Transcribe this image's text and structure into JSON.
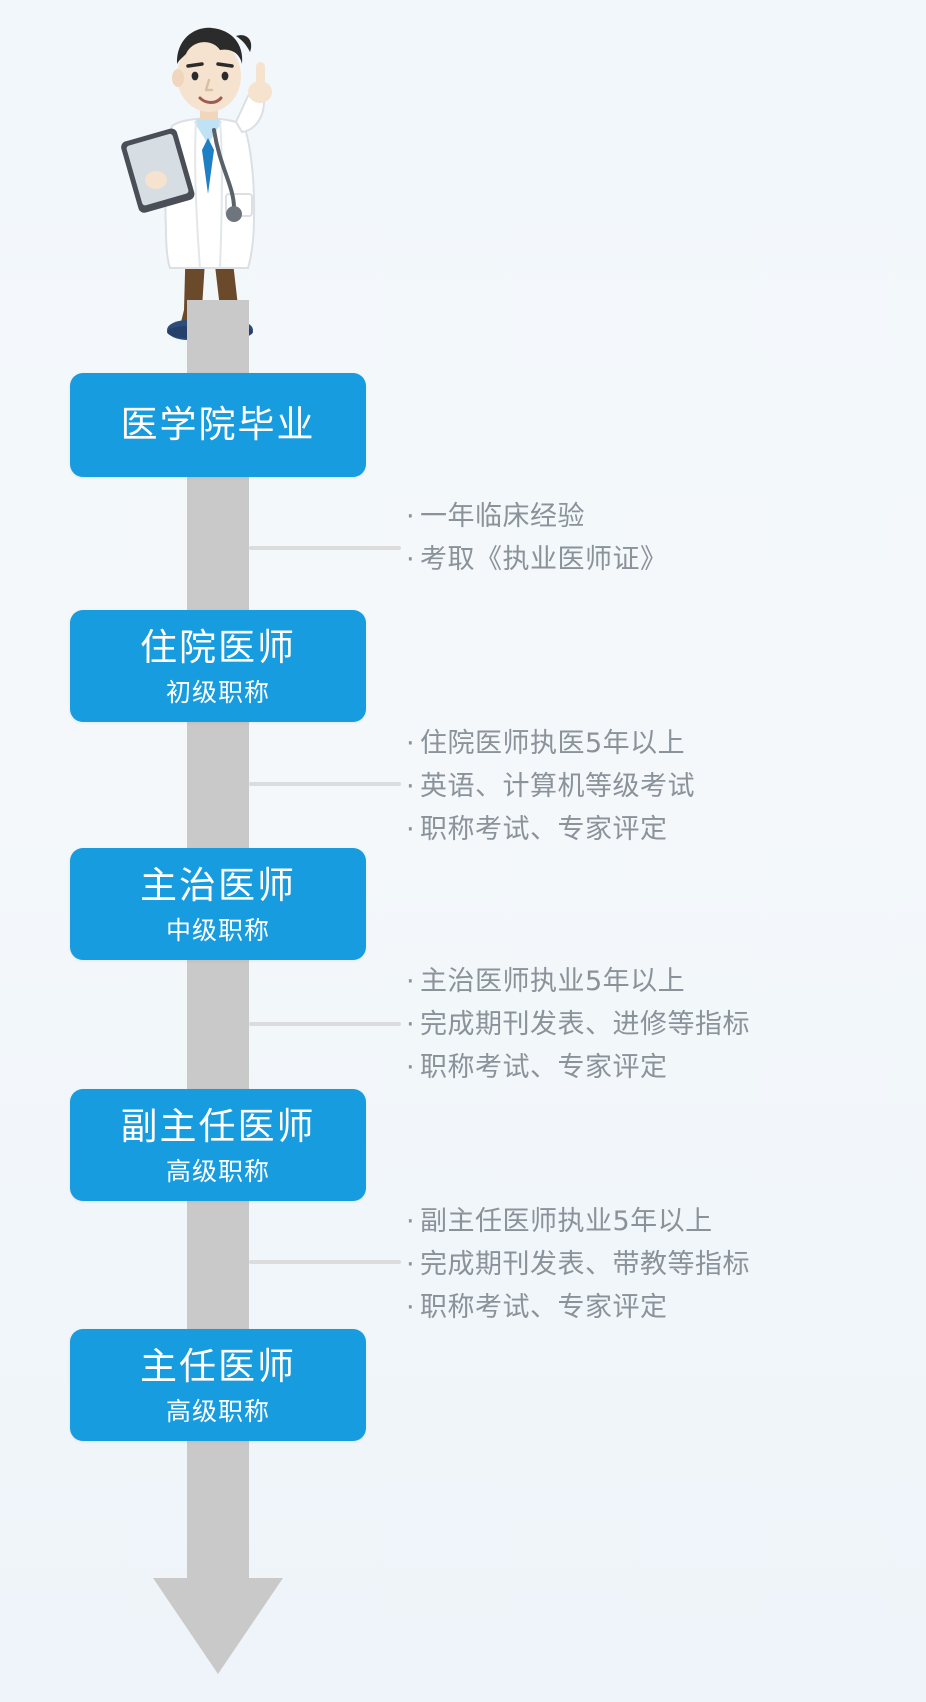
{
  "illustration": {
    "name": "doctor-pointing-with-tablet",
    "skin": "#f6e3cf",
    "hair": "#2b2b2b",
    "coat": "#ffffff",
    "shirt": "#bfe3f5",
    "tie": "#1f7fc4",
    "pants": "#6b4a2b",
    "shoes": "#2e4c7a",
    "tablet": "#4a4f57"
  },
  "spine": {
    "color": "#c9c9c9",
    "arrow_direction": "down"
  },
  "theme": {
    "accent": "#189ce0",
    "background": "#f4f8fb",
    "bullet_text": "#8a929a",
    "connector": "#dcdcdc",
    "card_text": "#ffffff"
  },
  "stages": [
    {
      "title": "医学院毕业",
      "subtitle": ""
    },
    {
      "title": "住院医师",
      "subtitle": "初级职称"
    },
    {
      "title": "主治医师",
      "subtitle": "中级职称"
    },
    {
      "title": "副主任医师",
      "subtitle": "高级职称"
    },
    {
      "title": "主任医师",
      "subtitle": "高级职称"
    }
  ],
  "requirements": [
    {
      "between": "医学院毕业 → 住院医师",
      "items": [
        "一年临床经验",
        "考取《执业医师证》"
      ]
    },
    {
      "between": "住院医师 → 主治医师",
      "items": [
        "住院医师执医5年以上",
        "英语、计算机等级考试",
        "职称考试、专家评定"
      ]
    },
    {
      "between": "主治医师 → 副主任医师",
      "items": [
        "主治医师执业5年以上",
        "完成期刊发表、进修等指标",
        "职称考试、专家评定"
      ]
    },
    {
      "between": "副主任医师 → 主任医师",
      "items": [
        "副主任医师执业5年以上",
        "完成期刊发表、带教等指标",
        "职称考试、专家评定"
      ]
    }
  ],
  "bullet_marker": "·"
}
